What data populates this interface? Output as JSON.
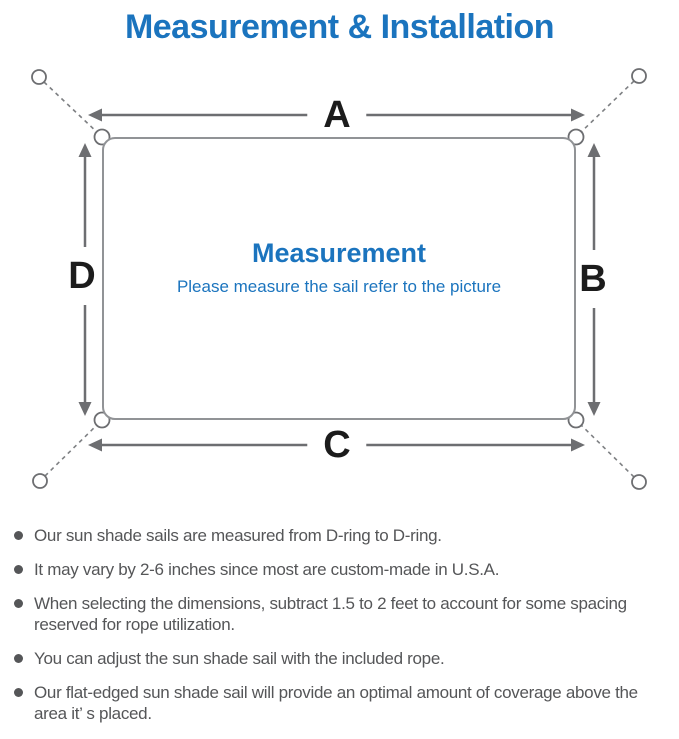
{
  "title": "Measurement & Installation",
  "colors": {
    "accent_blue": "#1b74be",
    "sail_outline_gray": "#919396",
    "arrow_gray": "#6d6e71",
    "dimension_label_black": "#1c1c1c",
    "note_text_gray": "#555658"
  },
  "diagram": {
    "dim_top": "A",
    "dim_right": "B",
    "dim_bottom": "C",
    "dim_left": "D",
    "center_title": "Measurement",
    "center_subtitle": "Please measure the sail refer to the picture"
  },
  "notes": [
    "Our sun shade sails are measured from D-ring to D-ring.",
    "It may vary by 2-6 inches since most are custom-made in U.S.A.",
    "When selecting the dimensions, subtract 1.5 to 2 feet to account for some spacing reserved for rope utilization.",
    "You can adjust the sun shade sail with the included rope.",
    "Our flat-edged sun shade sail will provide an optimal amount of coverage above the area it’ s placed."
  ]
}
